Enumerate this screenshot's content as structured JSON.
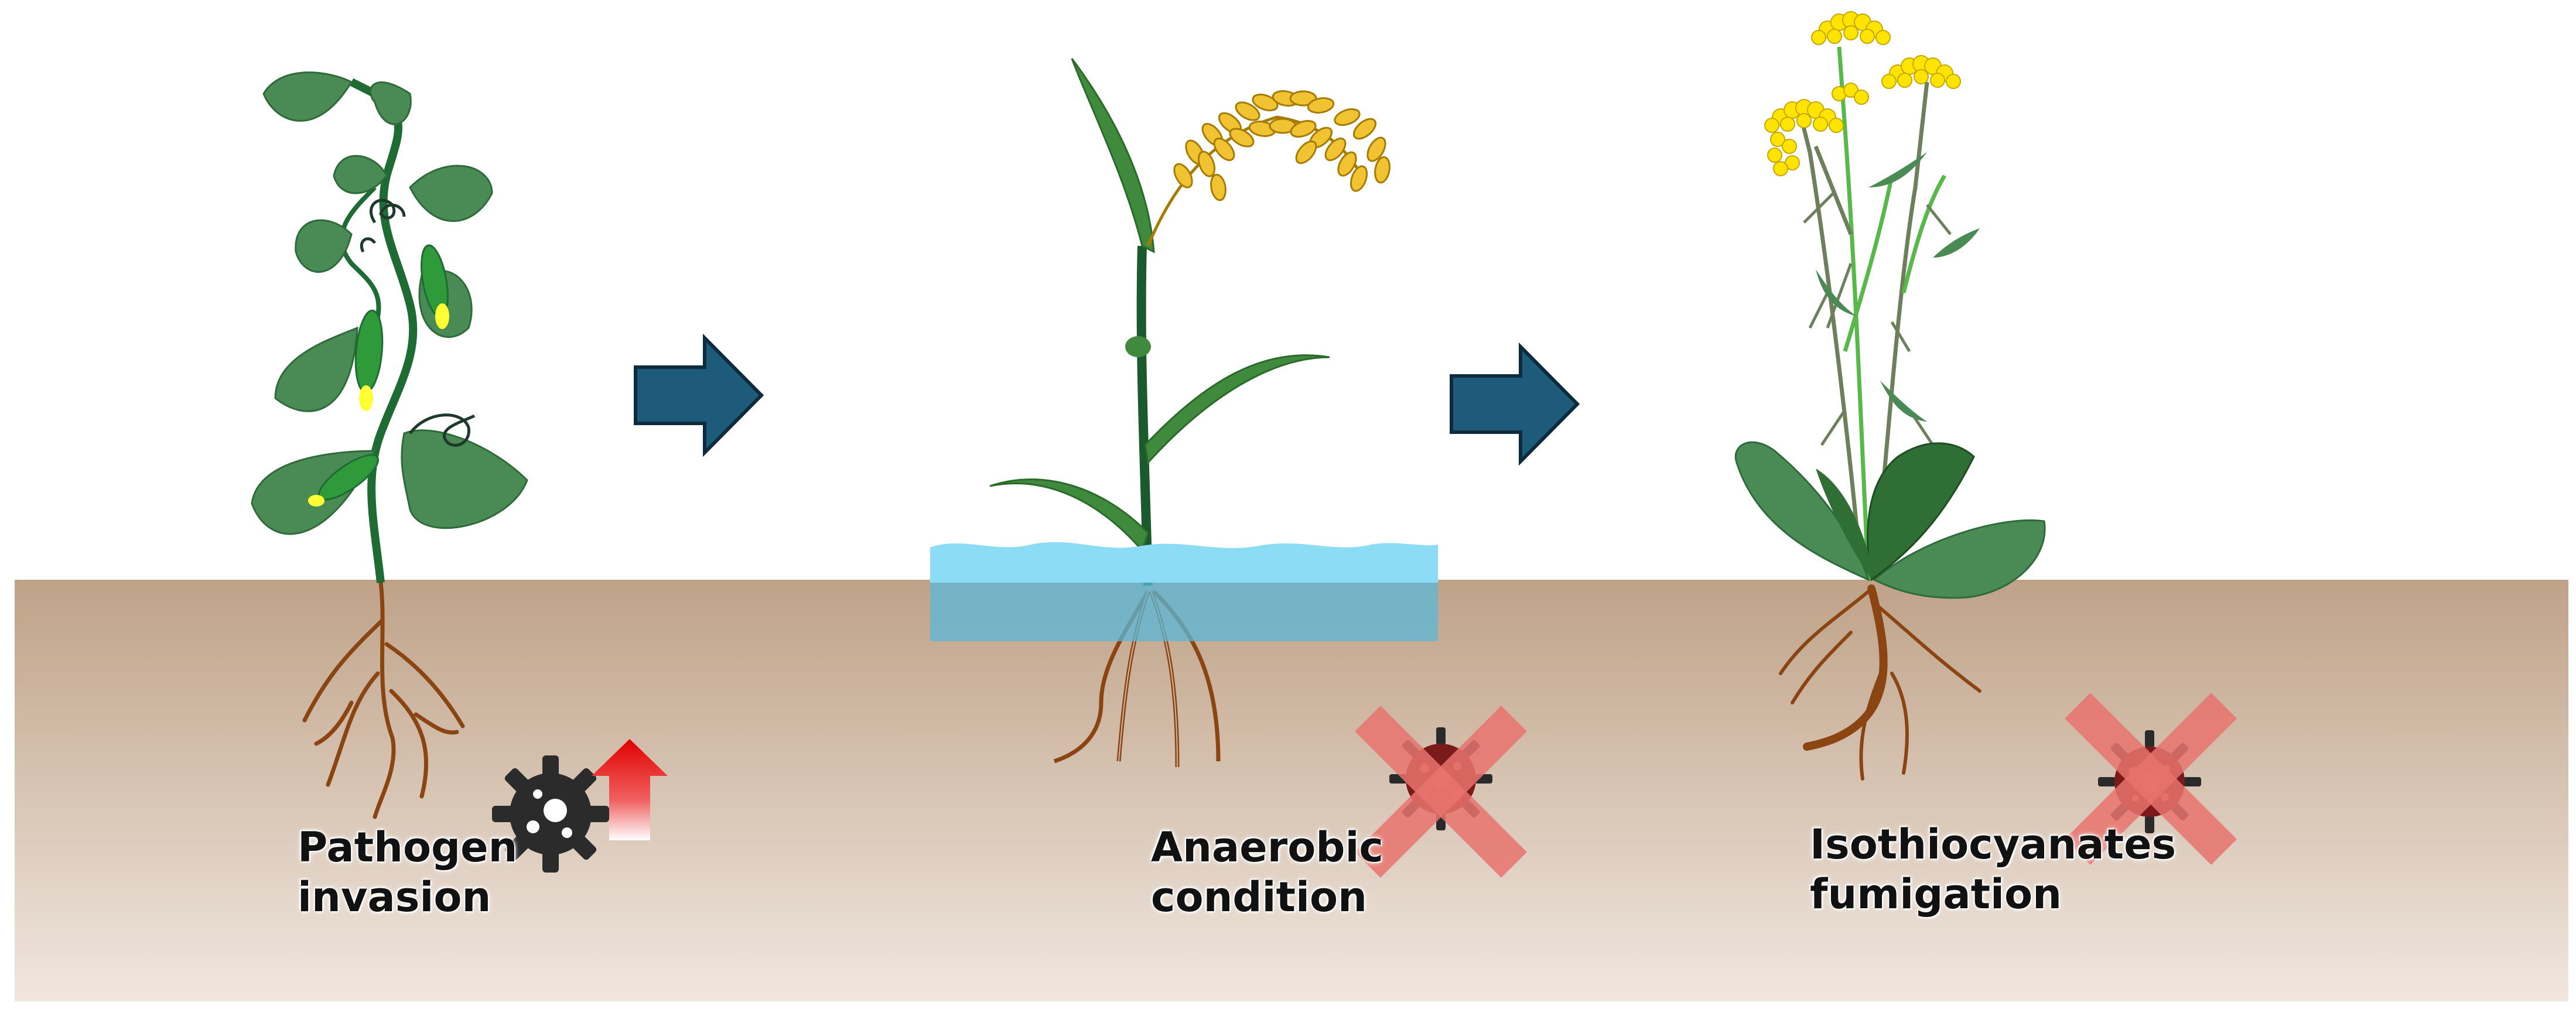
{
  "panels": [
    {
      "id": "pathogen",
      "label_lines": [
        "Pathogen",
        "invasion"
      ],
      "pathogen_state": "increased"
    },
    {
      "id": "anaerobic",
      "label_lines": [
        "Anaerobic",
        "condition"
      ],
      "pathogen_state": "eliminated"
    },
    {
      "id": "fumigation",
      "label_lines": [
        "Isothiocyanates",
        "fumigation"
      ],
      "pathogen_state": "eliminated"
    }
  ],
  "icons": {
    "transition_arrow": "right-arrow-icon",
    "increase_arrow": "up-arrow-icon",
    "pathogen": "pathogen-virus-icon",
    "cross": "cross-icon"
  },
  "colors": {
    "soil_top": "#bfa288",
    "soil_bottom": "#f0e7df",
    "arrow": "#1e5a7a",
    "leaf": "#4a8b55",
    "stem": "#1f6b34",
    "root": "#8b4513",
    "water": "#5bc8f0",
    "grain": "#f1c232",
    "flower": "#ffe400",
    "pathogen_dark": "#2b2b2b",
    "pathogen_red": "#7a1a1a",
    "cross": "#e8736d",
    "increase_arrow": "#e00000"
  }
}
